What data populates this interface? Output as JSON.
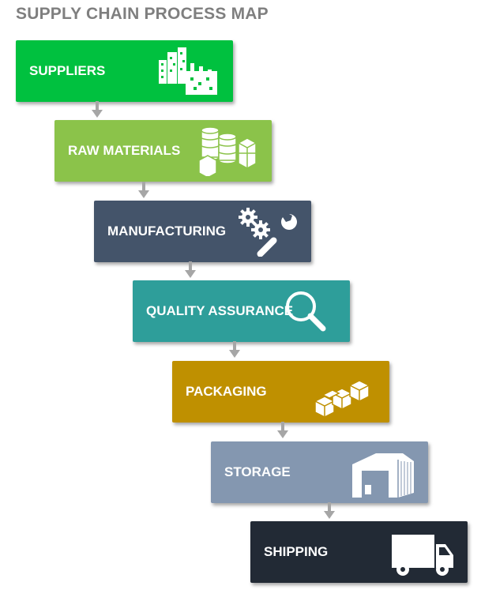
{
  "title": "SUPPLY CHAIN PROCESS MAP",
  "steps": [
    {
      "label": "SUPPLIERS",
      "color": "#00c13f",
      "icon": "factory-icon"
    },
    {
      "label": "RAW MATERIALS",
      "color": "#8bc34a",
      "icon": "materials-icon"
    },
    {
      "label": "MANUFACTURING",
      "color": "#44546a",
      "icon": "gears-wrench-icon"
    },
    {
      "label": "QUALITY ASSURANCE",
      "color": "#2e9e9a",
      "icon": "magnifier-icon"
    },
    {
      "label": "PACKAGING",
      "color": "#bf9000",
      "icon": "boxes-icon"
    },
    {
      "label": "STORAGE",
      "color": "#8497b0",
      "icon": "warehouse-icon"
    },
    {
      "label": "SHIPPING",
      "color": "#222a35",
      "icon": "truck-icon"
    }
  ],
  "arrow_color": "#a6a6a6"
}
